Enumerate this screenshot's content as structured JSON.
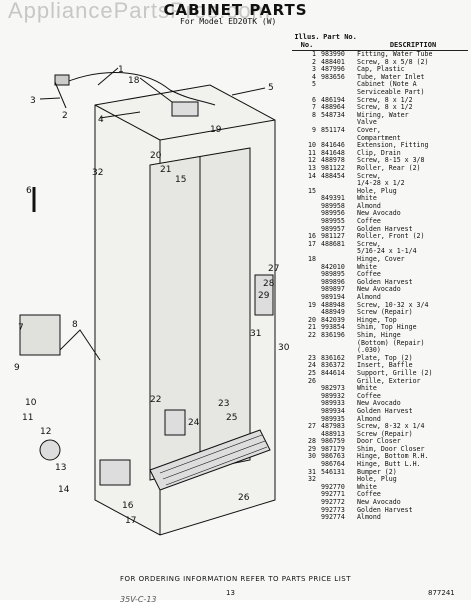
{
  "header": {
    "title": "CABINET PARTS",
    "model": "For Model ED20TK (W)",
    "watermark": "AppliancePartsPros.com"
  },
  "table": {
    "headers": {
      "illus": "Illus. No.",
      "part": "Part No.",
      "desc": "DESCRIPTION"
    },
    "rows": [
      [
        "1",
        "983990",
        "Fitting, Water Tube"
      ],
      [
        "2",
        "488401",
        "Screw, 8 x 5/8 (2)"
      ],
      [
        "3",
        "487996",
        "Cap, Plastic"
      ],
      [
        "4",
        "983656",
        "Tube, Water Inlet"
      ],
      [
        "5",
        "",
        "Cabinet (Note A"
      ],
      [
        "",
        "",
        "Serviceable Part)"
      ],
      [
        "6",
        "486194",
        "Screw, 8 x 1/2"
      ],
      [
        "7",
        "488964",
        "Screw, 8 x 1/2"
      ],
      [
        "8",
        "548734",
        "Wiring, Water"
      ],
      [
        "",
        "",
        "Valve"
      ],
      [
        "9",
        "851174",
        "Cover,"
      ],
      [
        "",
        "",
        "Compartment"
      ],
      [
        "10",
        "841646",
        "Extension, Fitting"
      ],
      [
        "11",
        "841648",
        "Clip, Drain"
      ],
      [
        "12",
        "488978",
        "Screw, 8-15 x 3/8"
      ],
      [
        "13",
        "981122",
        "Roller, Rear (2)"
      ],
      [
        "14",
        "488454",
        "Screw,"
      ],
      [
        "",
        "",
        "1/4-28 x 1/2"
      ],
      [
        "15",
        "",
        "Hole, Plug"
      ],
      [
        "",
        "849391",
        "White"
      ],
      [
        "",
        "989958",
        "Almond"
      ],
      [
        "",
        "989956",
        "New Avocado"
      ],
      [
        "",
        "989955",
        "Coffee"
      ],
      [
        "",
        "989957",
        "Golden Harvest"
      ],
      [
        "16",
        "981127",
        "Roller, Front (2)"
      ],
      [
        "17",
        "488681",
        "Screw,"
      ],
      [
        "",
        "",
        "5/16-24 x 1-1/4"
      ],
      [
        "18",
        "",
        "Hinge, Cover"
      ],
      [
        "",
        "842010",
        "White"
      ],
      [
        "",
        "989895",
        "Coffee"
      ],
      [
        "",
        "989896",
        "Golden Harvest"
      ],
      [
        "",
        "989897",
        "New Avocado"
      ],
      [
        "",
        "989194",
        "Almond"
      ],
      [
        "19",
        "488948",
        "Screw, 10-32 x 3/4"
      ],
      [
        "",
        "488949",
        "Screw (Repair)"
      ],
      [
        "20",
        "842039",
        "Hinge, Top"
      ],
      [
        "21",
        "993854",
        "Shim, Top Hinge"
      ],
      [
        "22",
        "836196",
        "Shim, Hinge"
      ],
      [
        "",
        "",
        "(Bottom) (Repair)"
      ],
      [
        "",
        "",
        "(.030)"
      ],
      [
        "23",
        "836162",
        "Plate, Top (2)"
      ],
      [
        "24",
        "836372",
        "Insert, Baffle"
      ],
      [
        "25",
        "844614",
        "Support, Grille (2)"
      ],
      [
        "26",
        "",
        "Grille, Exterior"
      ],
      [
        "",
        "982973",
        "White"
      ],
      [
        "",
        "989932",
        "Coffee"
      ],
      [
        "",
        "989933",
        "New Avocado"
      ],
      [
        "",
        "989934",
        "Golden Harvest"
      ],
      [
        "",
        "989935",
        "Almond"
      ],
      [
        "27",
        "487983",
        "Screw, 8-32 x 1/4"
      ],
      [
        "",
        "488913",
        "Screw (Repair)"
      ],
      [
        "28",
        "986759",
        "Door Closer"
      ],
      [
        "29",
        "987179",
        "Shim, Door Closer"
      ],
      [
        "30",
        "986763",
        "Hinge, Bottom R.H."
      ],
      [
        "",
        "986764",
        "Hinge, Butt L.H."
      ],
      [
        "31",
        "546131",
        "Bumper (2)"
      ],
      [
        "32",
        "",
        "Hole, Plug"
      ],
      [
        "",
        "992770",
        "White"
      ],
      [
        "",
        "992771",
        "Coffee"
      ],
      [
        "",
        "992772",
        "New Avocado"
      ],
      [
        "",
        "992773",
        "Golden Harvest"
      ],
      [
        "",
        "992774",
        "Almond"
      ]
    ]
  },
  "diagram": {
    "callouts": [
      "1",
      "2",
      "3",
      "4",
      "5",
      "18",
      "19",
      "20",
      "21",
      "15",
      "32",
      "6",
      "7",
      "8",
      "9",
      "10",
      "11",
      "12",
      "13",
      "14",
      "16",
      "17",
      "22",
      "23",
      "24",
      "25",
      "26",
      "27",
      "28",
      "29",
      "30",
      "31"
    ]
  },
  "footer": {
    "note": "FOR ORDERING INFORMATION REFER TO PARTS PRICE LIST",
    "page": "13",
    "doc_id": "877241",
    "stamp": "35V-C-13"
  }
}
